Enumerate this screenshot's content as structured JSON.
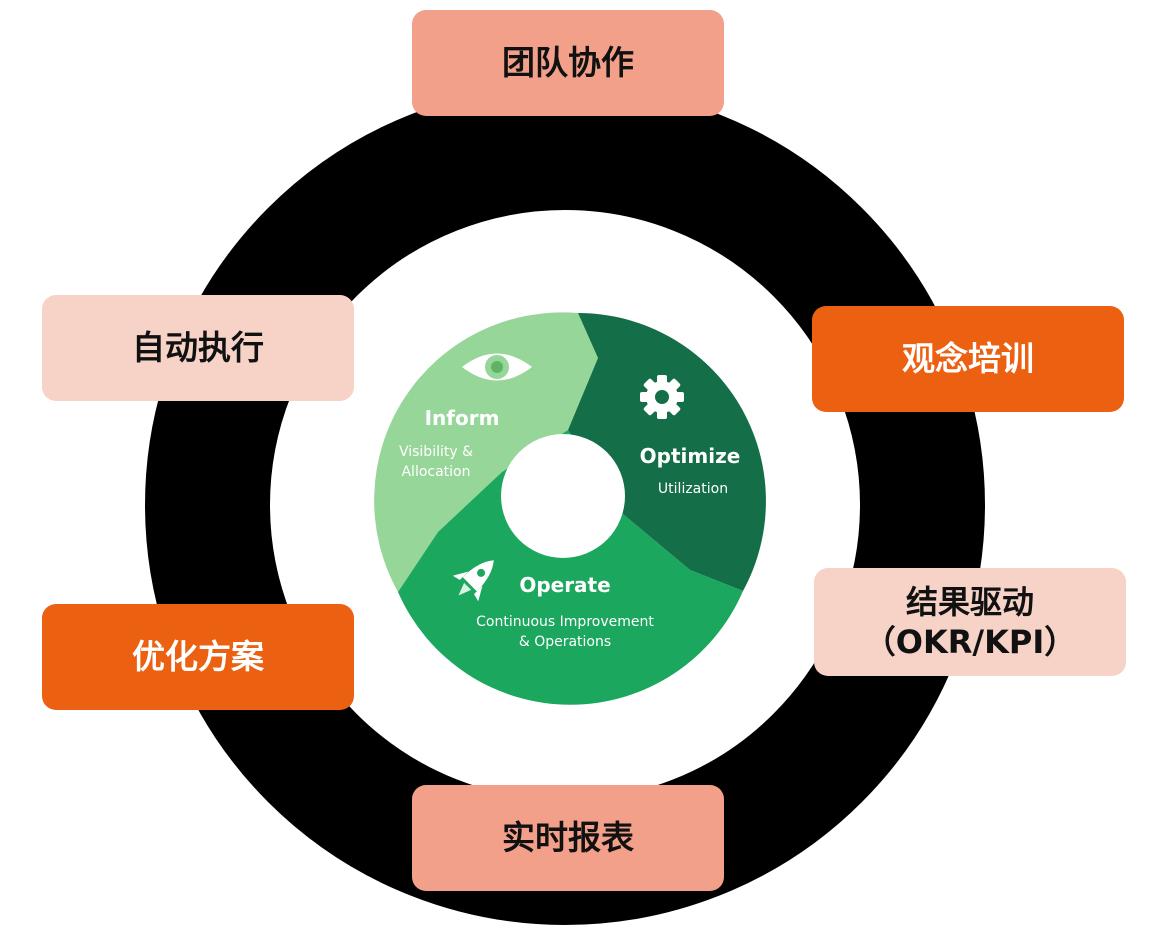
{
  "colors": {
    "ring": "#000000",
    "box_salmon": "#F2A08A",
    "box_light": "#F7D2C6",
    "box_orange": "#EC6012",
    "phase_inform": "#97D699",
    "phase_optimize": "#146E47",
    "phase_operate": "#1BA75E",
    "center_hole": "#FFFFFF"
  },
  "boxes": {
    "top": "团队协作",
    "left_top": "自动执行",
    "right_top": "观念培训",
    "left_bottom": "优化方案",
    "right_bottom": "结果驱动\n（OKR/KPI）",
    "bottom": "实时报表"
  },
  "cycle": {
    "inform": {
      "title": "Inform",
      "line1": "Visibility &",
      "line2": "Allocation",
      "icon": "eye-icon"
    },
    "optimize": {
      "title": "Optimize",
      "line1": "Utilization",
      "icon": "gear-icon"
    },
    "operate": {
      "title": "Operate",
      "line1": "Continuous Improvement",
      "line2": "& Operations",
      "icon": "rocket-icon"
    }
  }
}
